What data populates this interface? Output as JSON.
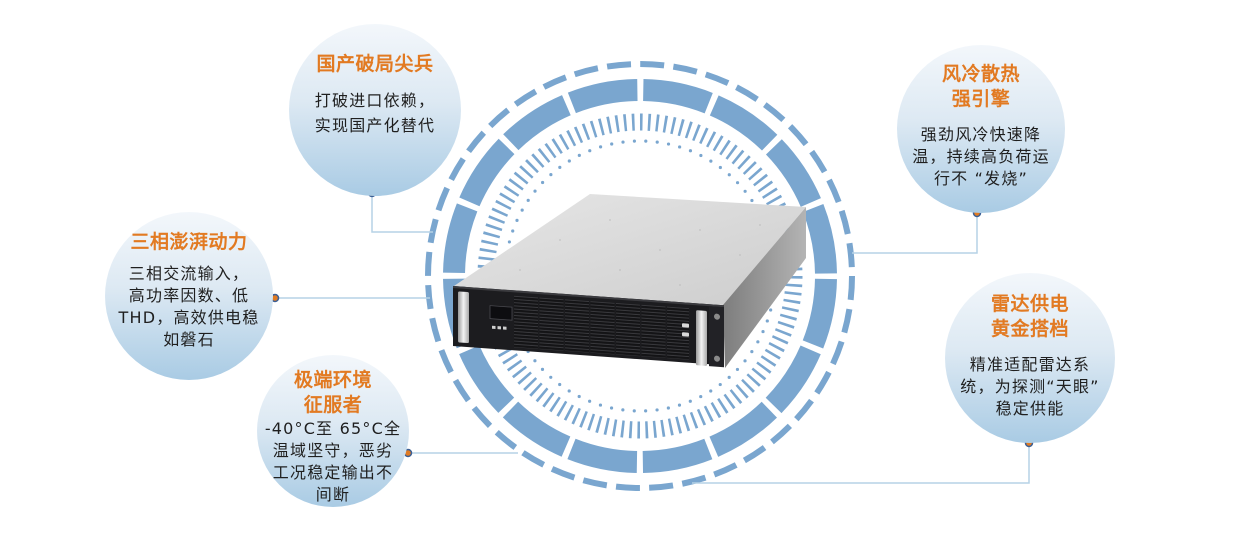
{
  "colors": {
    "ring": "#7aa6cf",
    "connector": "#b5d2e6",
    "title": "#e27a22",
    "body_text": "#1f1f1f",
    "dot_fill": "#e07b24",
    "dot_stroke": "#3b5f95"
  },
  "product": {
    "name": "rack-mount-power-supply-3u"
  },
  "features": [
    {
      "id": "domestic",
      "title": [
        "国产破局尖兵"
      ],
      "body": [
        "打破进口依赖，",
        "实现国产化替代"
      ]
    },
    {
      "id": "air-cooling",
      "title": [
        "风冷散热",
        "强引擎"
      ],
      "body": [
        "强劲风冷快速降",
        "温，持续高负荷运",
        "行不 “发烧”"
      ]
    },
    {
      "id": "three-phase",
      "title": [
        "三相澎湃动力"
      ],
      "body": [
        "三相交流输入，",
        "高功率因数、低",
        "THD，高效供电稳",
        "如磐石"
      ]
    },
    {
      "id": "extreme-env",
      "title": [
        "极端环境",
        "征服者"
      ],
      "body": [
        "-40°C至 65°C全",
        "温域坚守，恶劣",
        "工况稳定输出不",
        "间断"
      ]
    },
    {
      "id": "radar",
      "title": [
        "雷达供电",
        "黄金搭档"
      ],
      "body": [
        "精准适配雷达系",
        "统，为探测“天眼”",
        "稳定供能"
      ]
    }
  ]
}
